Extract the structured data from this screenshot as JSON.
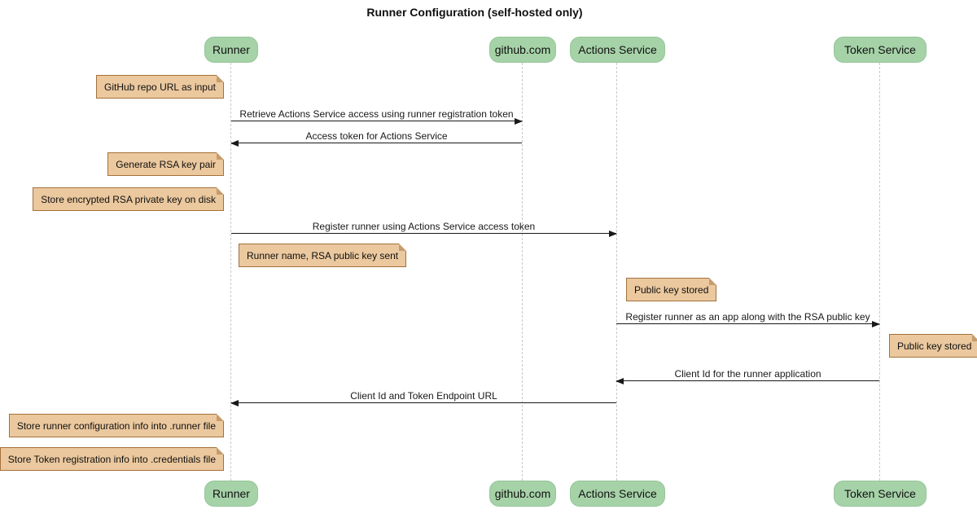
{
  "title": "Runner Configuration (self-hosted only)",
  "diagram_type": "sequence",
  "participants": [
    {
      "name": "Runner"
    },
    {
      "name": "github.com"
    },
    {
      "name": "Actions Service"
    },
    {
      "name": "Token Service"
    }
  ],
  "notes": [
    {
      "text": "GitHub repo URL as input",
      "anchor": "Runner",
      "side": "left"
    },
    {
      "text": "Generate RSA key pair",
      "anchor": "Runner",
      "side": "left"
    },
    {
      "text": "Store encrypted RSA private key on disk",
      "anchor": "Runner",
      "side": "left"
    },
    {
      "text": "Runner name, RSA public key sent",
      "anchor": "Runner",
      "side": "right"
    },
    {
      "text": "Public key stored",
      "anchor": "Actions Service",
      "side": "right"
    },
    {
      "text": "Public key stored",
      "anchor": "Token Service",
      "side": "right"
    },
    {
      "text": "Store runner configuration info into .runner file",
      "anchor": "Runner",
      "side": "left"
    },
    {
      "text": "Store Token registration info into .credentials file",
      "anchor": "Runner",
      "side": "left"
    }
  ],
  "messages": [
    {
      "text": "Retrieve Actions Service access using runner registration token",
      "from": "Runner",
      "to": "github.com",
      "direction": "right"
    },
    {
      "text": "Access token for Actions Service",
      "from": "github.com",
      "to": "Runner",
      "direction": "left"
    },
    {
      "text": "Register runner using Actions Service access token",
      "from": "Runner",
      "to": "Actions Service",
      "direction": "right"
    },
    {
      "text": "Register runner as an app along with the RSA public key",
      "from": "Actions Service",
      "to": "Token Service",
      "direction": "right"
    },
    {
      "text": "Client Id for the runner application",
      "from": "Token Service",
      "to": "Actions Service",
      "direction": "left"
    },
    {
      "text": "Client Id and Token Endpoint URL",
      "from": "Actions Service",
      "to": "Runner",
      "direction": "left"
    }
  ],
  "colors": {
    "background": "#FFFFFF",
    "participant_fill": "#A6D2A8",
    "participant_border": "#95C599",
    "note_fill": "#EBC89E",
    "note_border": "#A5713B",
    "lifeline": "#C9C9C9",
    "arrow": "#181818",
    "text": "#101010"
  }
}
